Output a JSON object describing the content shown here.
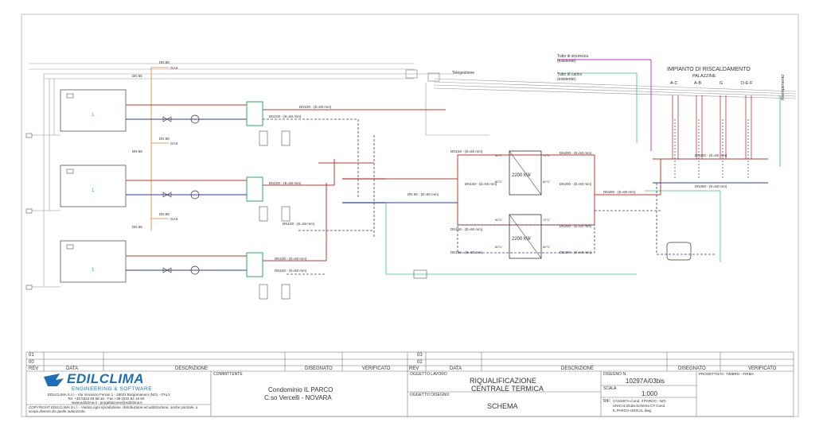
{
  "labels": {
    "gas": "GAS",
    "dn80": "DN 80",
    "dn65": "DN 65",
    "telegestione": "Telegestione",
    "tubo_sicurezza": "Tubo di sicurezza",
    "tubo_carico": "Tubo di carico",
    "esistente": "(esistente)",
    "impianto": "IMPIANTO DI RISCALDAMENTO",
    "palazzine": "PALAZZINE",
    "zones": [
      "A-C",
      "A-B",
      "G",
      "D-E-F"
    ],
    "riempimento": "Riempimento",
    "dn100": "DN100 - (E=60 mm)",
    "dn150": "DN150 - (E=60 mm)",
    "dn200": "DN200 - (E=60 mm)",
    "dn250": "DN250 - (E=60 mm)",
    "dn65_iso": "DN 65 - (E=60 mm)",
    "dn200_short": "DN200 - (E=60 mm)",
    "hx_power": "2200 kW",
    "temp_a": "70°C",
    "temp_b": "80°C",
    "temp_c": "60°C",
    "temp_d": "90°C"
  },
  "title_block": {
    "rev_left": [
      "01",
      "00"
    ],
    "rev_right": [
      "03",
      "02"
    ],
    "headers_left": [
      "REV",
      "DATA",
      "DESCRIZIONE",
      "DISEGNATO",
      "VERIFICATO"
    ],
    "headers_right": [
      "REV",
      "DATA",
      "DESCRIZIONE",
      "DISEGNATO",
      "VERIFICATO"
    ],
    "brand": "EDILCLIMA",
    "tagline": "ENGINEERING & SOFTWARE",
    "address": "EDILCLIMA S.r.l. - Via Vincenzo Ferrari 1 - 28021 Borgomanero (NO) - ITALY",
    "phone": "Tel. +39 0322 83 58 16 - Fax +39 0322 84 15 60",
    "web": "www.edilclima.it - progettazione@edilclima.it",
    "copyright": "COPYRIGHT EDILCLIMA S.r.l. - Vietata ogni riproduzione, distribuzione ed utilizzazione, anche parziale, a scopo diverso da quello autorizzato.",
    "committente_label": "COMMITTENTE",
    "committente_1": "Condominio IL PARCO",
    "committente_2": "C.so Vercelli - NOVARA",
    "oggetto_lavoro_label": "OGGETTO LAVORO",
    "oggetto_lavoro_1": "RIQUALIFICAZIONE",
    "oggetto_lavoro_2": "CENTRALE TERMICA",
    "oggetto_disegno_label": "OGGETTO DISEGNO",
    "oggetto_disegno": "SCHEMA",
    "disegno_label": "DISEGNO N.",
    "disegno_n": "10297A/03bis",
    "scala_label": "SCALA",
    "scala": "1:000",
    "rif_label": "RIF.",
    "rif_1": "V:\\10297A-Cond. Il PARCO - NO\\",
    "rif_2": "UNICAL\\01da-Schema CT-Cond.",
    "rif_3": "IL PARCO-UNICAL.dwg",
    "progettista_label": "PROGETTISTA: TIMBRO - FIRMA"
  }
}
